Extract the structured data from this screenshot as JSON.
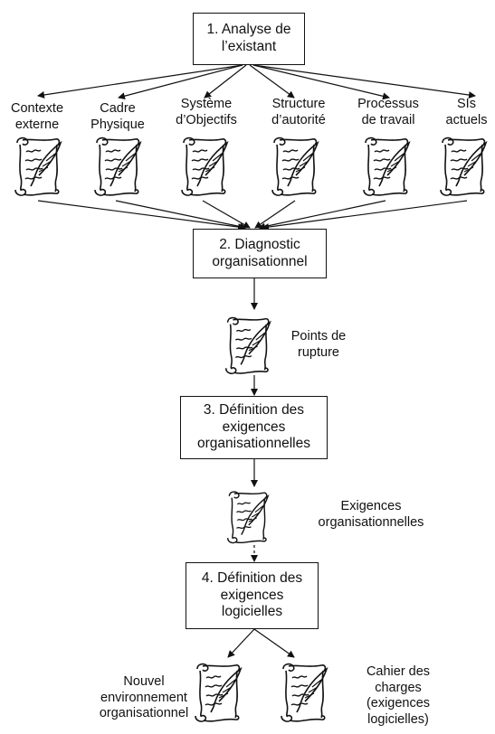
{
  "steps": {
    "analyse": "1. Analyse de\nl’existant",
    "diagnostic": "2. Diagnostic\norganisationnel",
    "def_org": "3. Définition des\nexigences\norganisationnelles",
    "def_log": "4. Définition des\nexigences\nlogicielles"
  },
  "documents": [
    {
      "label": "Contexte\nexterne"
    },
    {
      "label": "Cadre\nPhysique"
    },
    {
      "label": "Système\nd’Objectifs"
    },
    {
      "label": "Structure\nd’autorité"
    },
    {
      "label": "Processus\nde travail"
    },
    {
      "label": "SIs\nactuels"
    }
  ],
  "outputs": {
    "points_rupture": "Points de\nrupture",
    "exigences_org": "Exigences\norganisationnelles",
    "nouvel_env": "Nouvel\nenvironnement\norganisationnel",
    "cahier": "Cahier des\ncharges\n(exigences\nlogicielles)"
  },
  "icons": {
    "document": "scroll-with-quill-icon"
  }
}
